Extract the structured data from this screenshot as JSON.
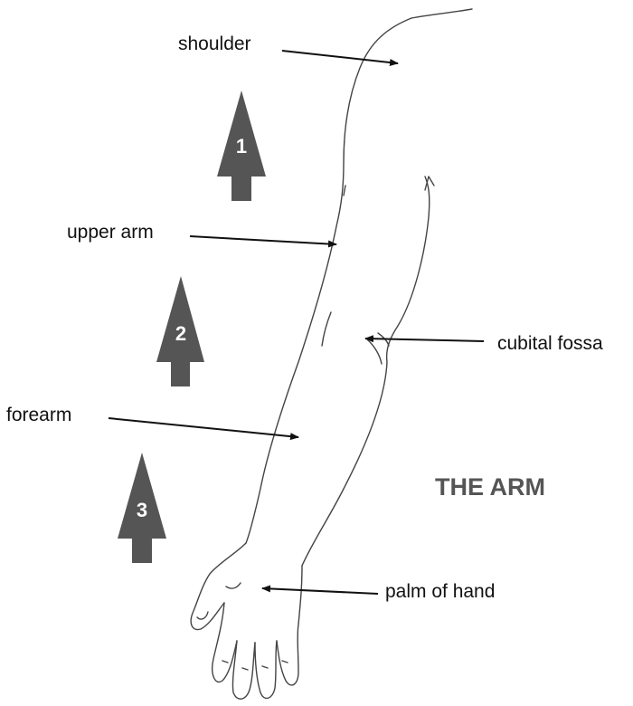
{
  "title": "THE ARM",
  "labels": {
    "shoulder": "shoulder",
    "upper_arm": "upper arm",
    "forearm": "forearm",
    "cubital_fossa": "cubital fossa",
    "palm": "palm of hand"
  },
  "steps": [
    "1",
    "2",
    "3"
  ],
  "colors": {
    "arrow_fill": "#555555",
    "title": "#555555",
    "line": "#444444",
    "text": "#111111"
  }
}
